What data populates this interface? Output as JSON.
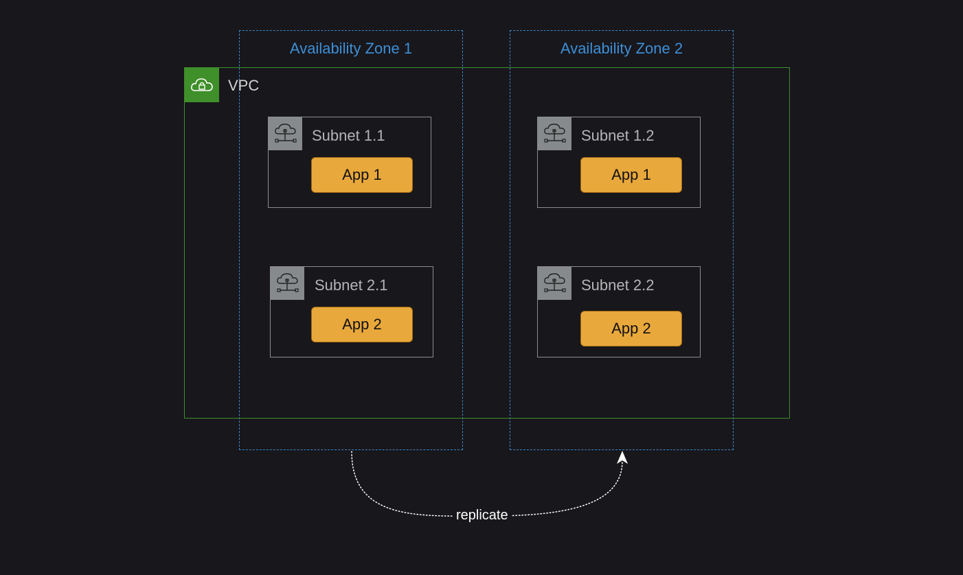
{
  "zones": [
    {
      "title": "Availability Zone 1"
    },
    {
      "title": "Availability Zone 2"
    }
  ],
  "vpc": {
    "label": "VPC",
    "icon": "vpc-cloud-lock-icon"
  },
  "subnets": [
    {
      "label": "Subnet 1.1",
      "app": "App 1"
    },
    {
      "label": "Subnet 2.1",
      "app": "App 2"
    },
    {
      "label": "Subnet 1.2",
      "app": "App 1"
    },
    {
      "label": "Subnet 2.2",
      "app": "App 2"
    }
  ],
  "edge": {
    "label": "replicate"
  },
  "colors": {
    "background": "#18171c",
    "zone_border": "#3d87c8",
    "vpc_green": "#3f8f2a",
    "subnet_border": "#8c8c8c",
    "app_fill": "#e9a83c"
  }
}
